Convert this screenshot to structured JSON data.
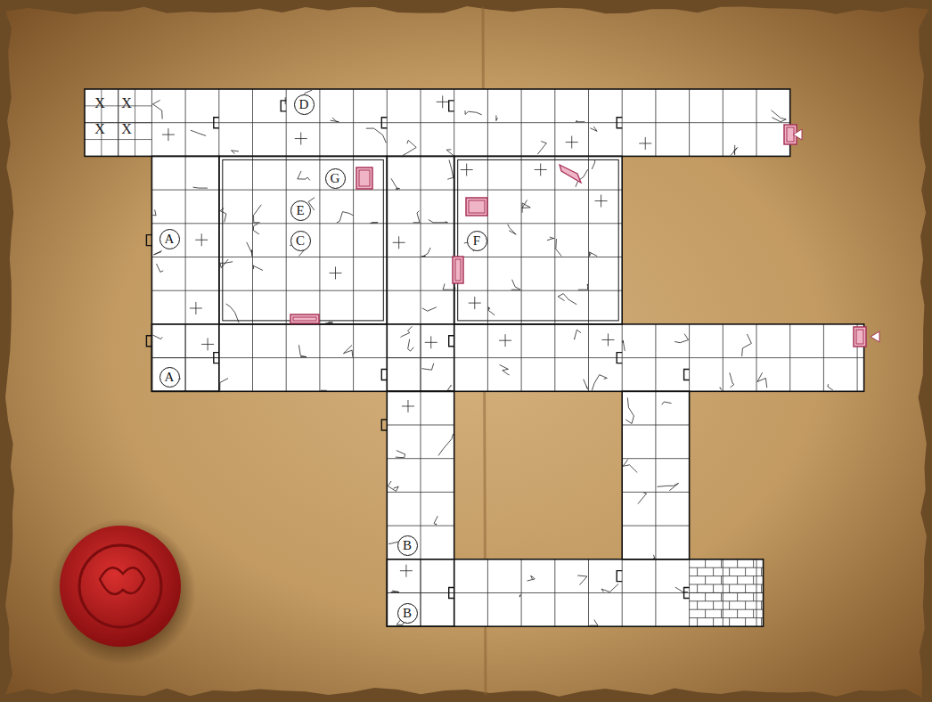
{
  "diagram": {
    "nodes": [
      {
        "text": [
          "D"
        ]
      },
      {
        "text": [
          "G"
        ]
      },
      {
        "text": [
          "E"
        ]
      },
      {
        "text": [
          "A"
        ]
      },
      {
        "text": [
          "C"
        ]
      },
      {
        "text": [
          "F"
        ]
      },
      {
        "text": [
          "A"
        ]
      },
      {
        "text": [
          "B"
        ]
      },
      {
        "text": [
          "B"
        ]
      }
    ],
    "labels": [
      "X",
      "X",
      "X",
      "X"
    ]
  }
}
